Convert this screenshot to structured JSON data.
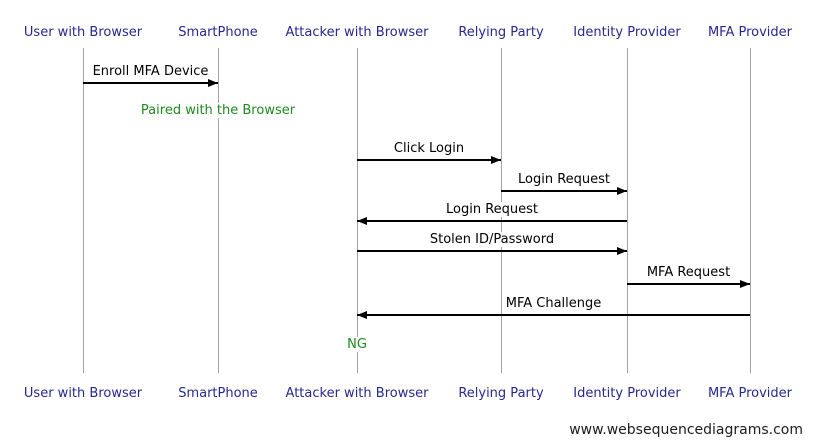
{
  "diagram": {
    "actors": [
      {
        "name": "User with Browser"
      },
      {
        "name": "SmartPhone"
      },
      {
        "name": "Attacker with Browser"
      },
      {
        "name": "Relying Party"
      },
      {
        "name": "Identity Provider"
      },
      {
        "name": "MFA Provider"
      }
    ],
    "events": [
      {
        "kind": "message",
        "label": "Enroll MFA Device",
        "from": 0,
        "to": 1
      },
      {
        "kind": "note",
        "label": "Paired with the Browser",
        "actor": 1
      },
      {
        "kind": "message",
        "label": "Click Login",
        "from": 2,
        "to": 3
      },
      {
        "kind": "message",
        "label": "Login Request",
        "from": 3,
        "to": 4
      },
      {
        "kind": "message",
        "label": "Login Request",
        "from": 4,
        "to": 2
      },
      {
        "kind": "message",
        "label": "Stolen ID/Password",
        "from": 2,
        "to": 4
      },
      {
        "kind": "message",
        "label": "MFA Request",
        "from": 4,
        "to": 5
      },
      {
        "kind": "message",
        "label": "MFA Challenge",
        "from": 5,
        "to": 2
      },
      {
        "kind": "note",
        "label": "NG",
        "actor": 2
      }
    ],
    "colors": {
      "actor": "#28288f",
      "note": "#1e8a1e",
      "message": "#000000",
      "lifeline": "#a3a3a3",
      "watermark": "#1c1c1c",
      "background": "#ffffff"
    }
  },
  "footer": {
    "watermark": "www.websequencediagrams.com"
  }
}
